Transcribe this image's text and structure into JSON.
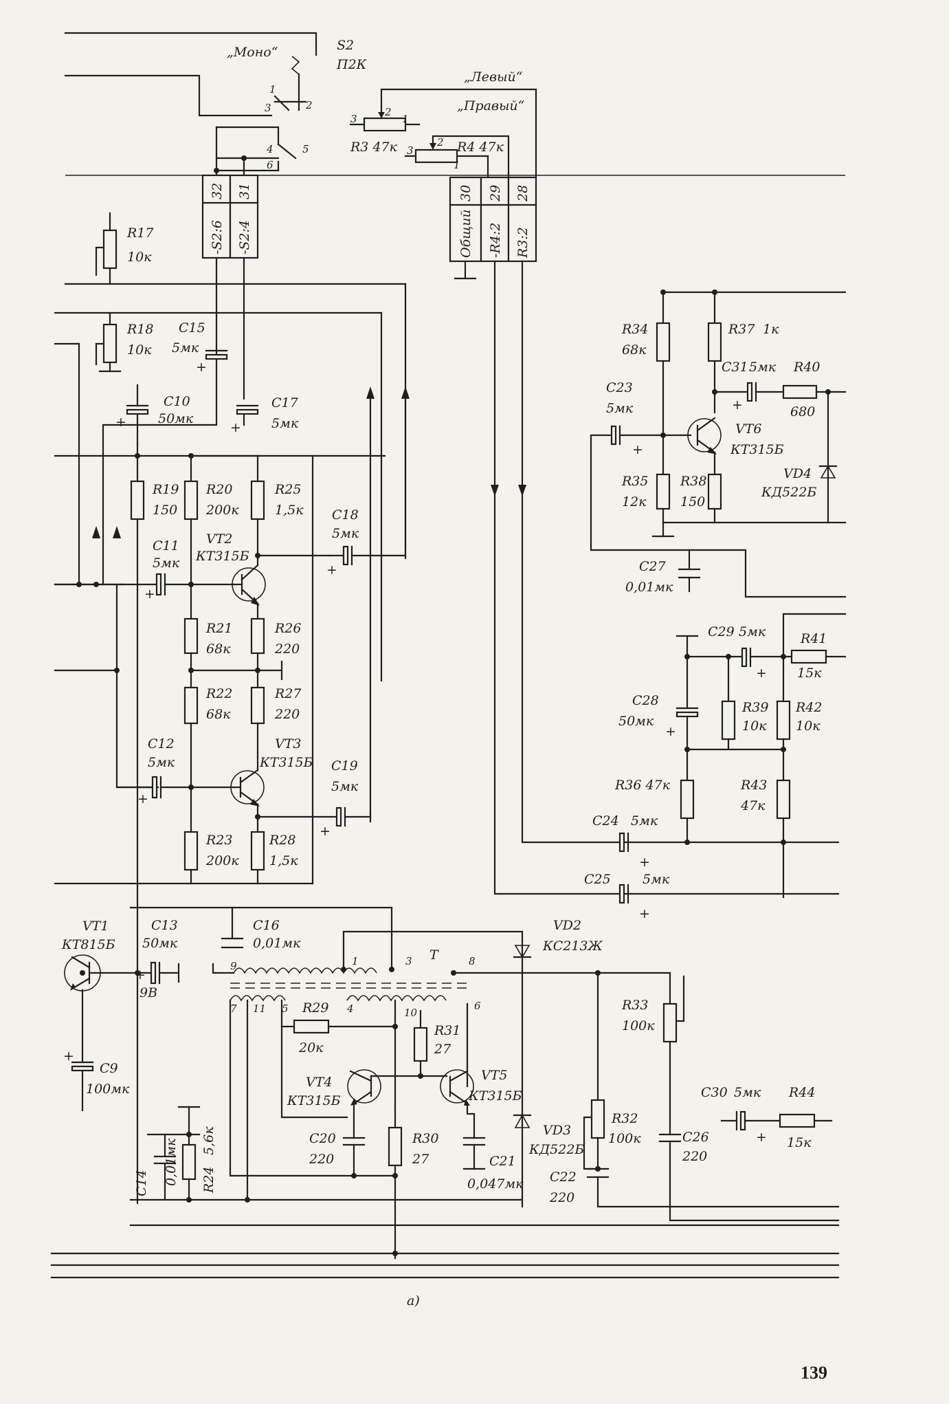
{
  "switch": {
    "ref": "S2",
    "type": "П2К",
    "mode": "„Моно“",
    "pins": [
      "1",
      "2",
      "3",
      "4",
      "5",
      "6"
    ]
  },
  "balance": {
    "left": "„Левый“",
    "right": "„Правый“",
    "r3": "R3  47к",
    "r4": "R4 47к",
    "r3_pins": [
      "3",
      "2",
      "1"
    ],
    "r4_pins": [
      "3",
      "2",
      "1"
    ]
  },
  "connector_left": {
    "pins": [
      "32",
      "31"
    ],
    "labels": [
      "-S2:6",
      "-S2:4"
    ]
  },
  "connector_right": {
    "pins": [
      "30",
      "29",
      "28"
    ],
    "labels": [
      "Общий",
      "-R4:2",
      "R3:2"
    ]
  },
  "parts": {
    "R17": [
      "R17",
      "10к"
    ],
    "R18": [
      "R18",
      "10к"
    ],
    "C15": [
      "C15",
      "5мк"
    ],
    "C10": [
      "C10",
      "50мк"
    ],
    "C17": [
      "C17",
      "5мк"
    ],
    "R19": [
      "R19",
      "150"
    ],
    "R20": [
      "R20",
      "200к"
    ],
    "R25": [
      "R25",
      "1,5к"
    ],
    "C11": [
      "C11",
      "5мк"
    ],
    "VT2": [
      "VT2",
      "КТ315Б"
    ],
    "C18": [
      "C18",
      "5мк"
    ],
    "R21": [
      "R21",
      "68к"
    ],
    "R26": [
      "R26",
      "220"
    ],
    "R22": [
      "R22",
      "68к"
    ],
    "R27": [
      "R27",
      "220"
    ],
    "C12": [
      "C12",
      "5мк"
    ],
    "VT3": [
      "VT3",
      "КТ315Б"
    ],
    "C19": [
      "C19",
      "5мк"
    ],
    "R23": [
      "R23",
      "200к"
    ],
    "R28": [
      "R28",
      "1,5к"
    ],
    "R34": [
      "R34",
      "68к"
    ],
    "R37": [
      "R37",
      "1к"
    ],
    "C31": [
      "C31",
      "5мк"
    ],
    "R40": [
      "R40",
      "680"
    ],
    "C23": [
      "C23",
      "5мк"
    ],
    "VT6": [
      "VT6",
      "КТ315Б"
    ],
    "R35": [
      "R35",
      "12к"
    ],
    "R38": [
      "R38",
      "150"
    ],
    "VD4": [
      "VD4",
      "КД522Б"
    ],
    "C27": [
      "C27",
      "0,01мк"
    ],
    "C29": [
      "C29",
      "5мк"
    ],
    "R41": [
      "R41",
      "15к"
    ],
    "C28": [
      "C28",
      "50мк"
    ],
    "R39": [
      "R39",
      "10к"
    ],
    "R42": [
      "R42",
      "10к"
    ],
    "R36": [
      "R36 47к",
      ""
    ],
    "R43": [
      "R43",
      "47к"
    ],
    "C24": [
      "C24",
      "5мк"
    ],
    "C25": [
      "C25",
      "5мк"
    ],
    "VT1": [
      "VT1",
      "КТ815Б"
    ],
    "C13": [
      "C13",
      "50мк"
    ],
    "C16": [
      "C16",
      "0,01мк"
    ],
    "VD2": [
      "VD2",
      "КС213Ж"
    ],
    "T": [
      "T",
      ""
    ],
    "R29": [
      "R29",
      "20к"
    ],
    "R31": [
      "R31",
      "27"
    ],
    "VT4": [
      "VT4",
      "КТ315Б"
    ],
    "VT5": [
      "VT5",
      "КТ315Б"
    ],
    "R33": [
      "R33",
      "100к"
    ],
    "C9": [
      "C9",
      "100мк"
    ],
    "C20": [
      "C20",
      "220"
    ],
    "R30": [
      "R30",
      "27"
    ],
    "C21": [
      "C21",
      "0,047мк"
    ],
    "VD3": [
      "VD3",
      "КД522Б"
    ],
    "R32": [
      "R32",
      "100к"
    ],
    "C26": [
      "C26",
      "220"
    ],
    "C22": [
      "C22",
      "220"
    ],
    "C14": [
      "C14",
      "0,01мк"
    ],
    "R24": [
      "R24",
      "5,6к"
    ],
    "C30": [
      "C30",
      "5мк"
    ],
    "R44": [
      "R44",
      "15к"
    ]
  },
  "transformer_pins": [
    "9",
    "1",
    "3",
    "8",
    "7",
    "11",
    "5",
    "4",
    "10",
    "6"
  ],
  "supply_label": "9В",
  "caption": "а)",
  "page_number": "139"
}
